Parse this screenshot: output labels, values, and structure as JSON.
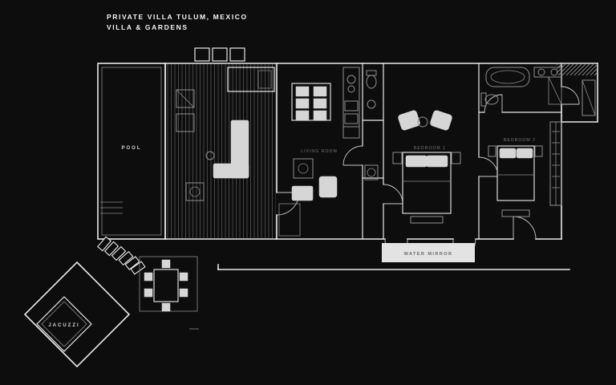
{
  "header": {
    "line1": "PRIVATE VILLA TULUM, MEXICO",
    "line2": "VILLA & GARDENS"
  },
  "plan": {
    "pool_label": "POOL",
    "jacuzzi_label": "JACUZZI",
    "water_mirror_label": "WATER MIRROR",
    "rooms": [
      {
        "id": "living-room",
        "label": "LIVING ROOM"
      },
      {
        "id": "bedroom-1",
        "label": "BEDROOM 1"
      },
      {
        "id": "bedroom-2",
        "label": "BEDROOM 2"
      }
    ]
  },
  "colors": {
    "bg": "#0d0d0d",
    "wall": "#e9e9e9",
    "thin": "#8c8c8c",
    "furn": "#8f8f8f",
    "furnStrong": "#d9d9d9",
    "lite": "#d6d6d6",
    "titleText": "#f5f5f5",
    "labelText": "#d6d6d6",
    "roomLabel": "#8a8a8a",
    "wmFill": "#e3e3e3",
    "wmText": "#6b6b6b"
  }
}
